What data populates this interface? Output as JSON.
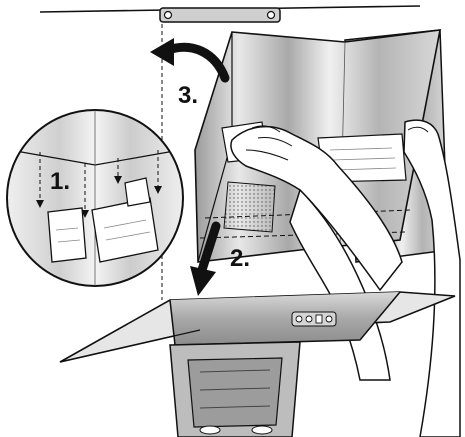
{
  "steps": {
    "step1": "1.",
    "step2": "2.",
    "step3": "3."
  },
  "colors": {
    "background": "#ffffff",
    "line": "#111111",
    "metal_light": "#e6e6e6",
    "metal_mid": "#bdbdbd",
    "metal_dark": "#8a8a8a",
    "skin": "#ffffff"
  },
  "icons": {
    "arrow_rotate": "curved-arrow-icon",
    "arrow_down": "down-arrow-icon"
  }
}
